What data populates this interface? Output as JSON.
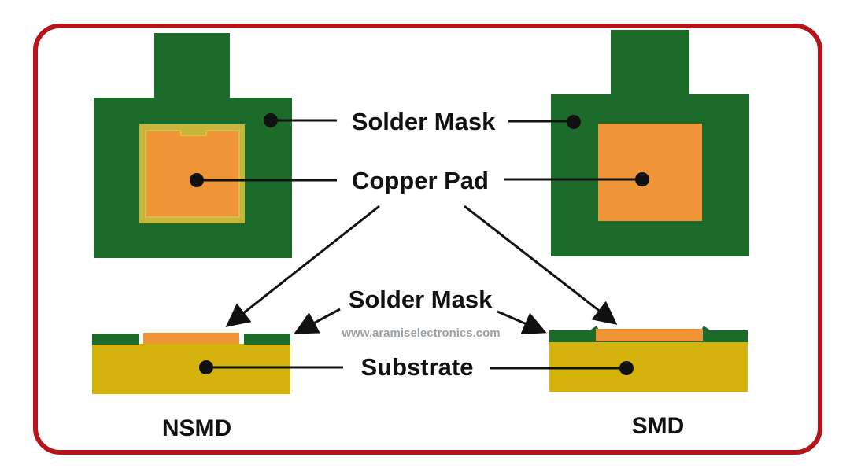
{
  "labels": {
    "solder_mask_top": "Solder Mask",
    "copper_pad": "Copper Pad",
    "solder_mask_mid": "Solder Mask",
    "substrate": "Substrate",
    "nsmd": "NSMD",
    "smd": "SMD"
  },
  "watermark": "www.aramiselectronics.com",
  "colors": {
    "frame": "#b5141b",
    "solder_mask": "#1d6b2a",
    "copper": "#ef9537",
    "pad_outline": "#c7b43a",
    "substrate": "#d5b30c",
    "text": "#111111"
  }
}
